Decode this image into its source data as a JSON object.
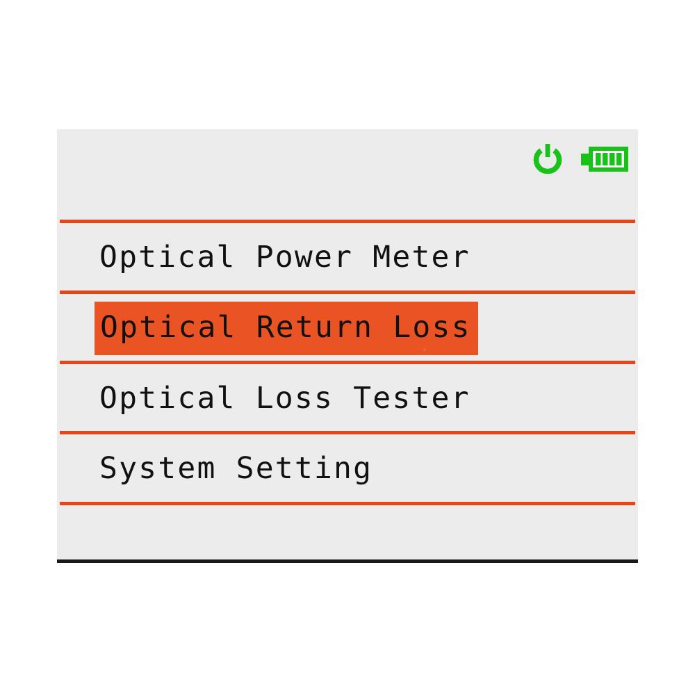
{
  "device": {
    "screen_bg": "#ececec",
    "accent_color": "#e8441a",
    "highlight_color": "#ea5323",
    "status_icon_color": "#19c219",
    "bezel_color": "#1a1a1a"
  },
  "status_bar": {
    "power_icon": "power-icon",
    "battery_icon": "battery-icon",
    "battery_bars": 4
  },
  "menu": {
    "items": [
      {
        "label": "Optical Power Meter",
        "selected": false
      },
      {
        "label": "Optical Return Loss",
        "selected": true
      },
      {
        "label": "Optical Loss Tester",
        "selected": false
      },
      {
        "label": "System Setting",
        "selected": false
      }
    ]
  }
}
